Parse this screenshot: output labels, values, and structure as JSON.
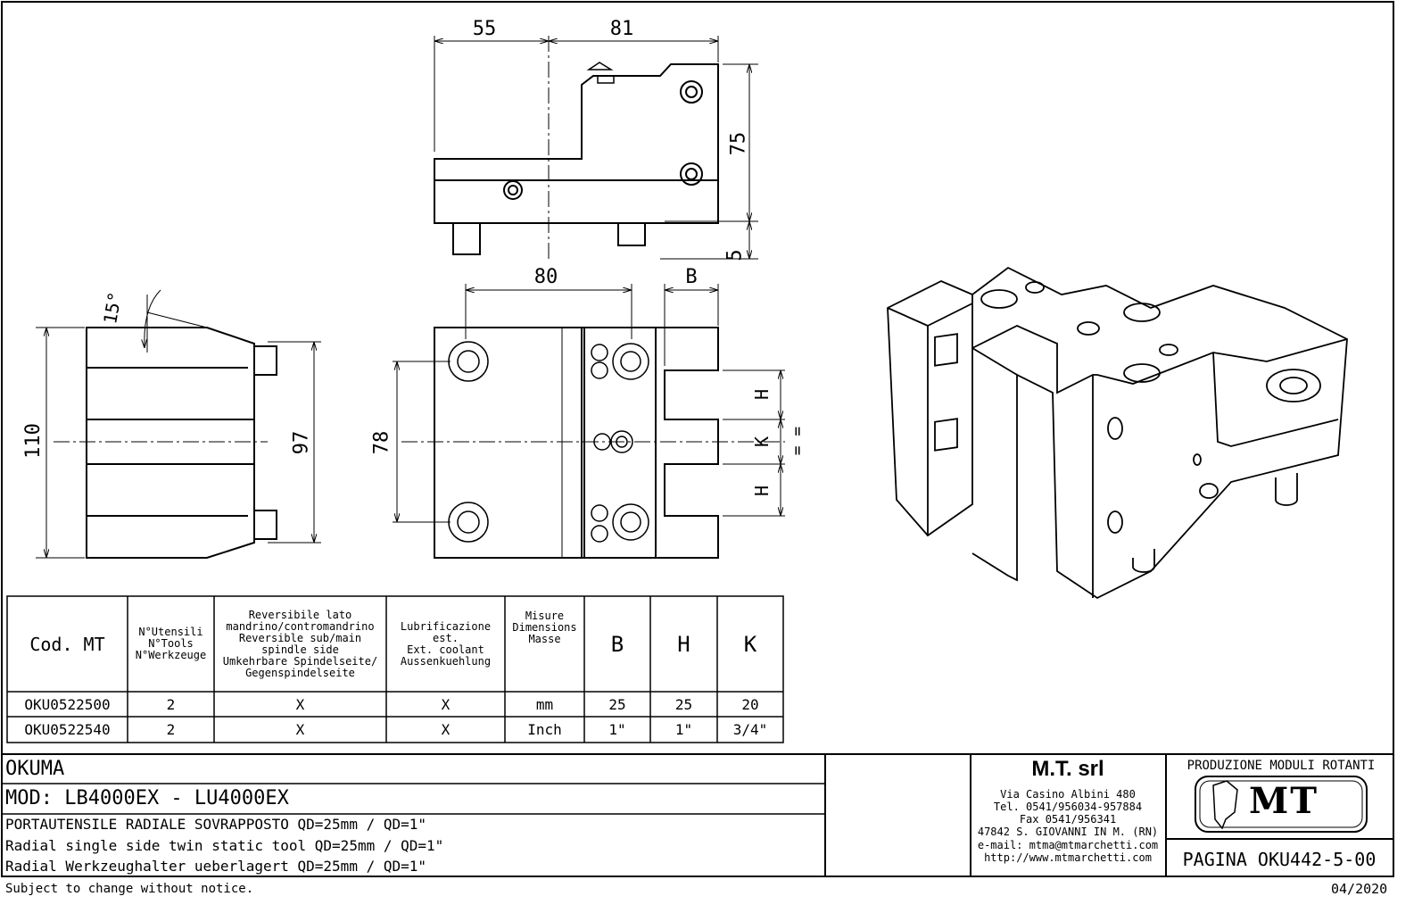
{
  "dimensions": {
    "top_left": "55",
    "top_right": "81",
    "height_75": "75",
    "pin_5": "5",
    "front_80": "80",
    "front_B": "B",
    "front_78": "78",
    "H1": "H",
    "K": "K",
    "H2": "H",
    "equal": "= =",
    "side_110": "110",
    "side_97": "97",
    "angle": "15°"
  },
  "table": {
    "headers": [
      "Cod. MT",
      "N°Utensili\nN°Tools\nN°Werkzeuge",
      "Reversibile lato\nmandrino/contromandrino\nReversible sub/main\nspindle side\nUmkehrbare Spindelseite/\nGegenspindelseite",
      "Lubrificazione est.\nExt. coolant\nAussenkuehlung",
      "Misure\nDimensions\nMasse",
      "B",
      "H",
      "K"
    ],
    "rows": [
      [
        "OKU0522500",
        "2",
        "X",
        "X",
        "mm",
        "25",
        "25",
        "20"
      ],
      [
        "OKU0522540",
        "2",
        "X",
        "X",
        "Inch",
        "1\"",
        "1\"",
        "3/4\""
      ]
    ]
  },
  "title_block": {
    "machine": "OKUMA",
    "model": "MOD: LB4000EX - LU4000EX",
    "desc_it": "PORTAUTENSILE RADIALE SOVRAPPOSTO QD=25mm / QD=1\"",
    "desc_en": "Radial single side twin static tool QD=25mm / QD=1\"",
    "desc_de": "Radial Werkzeughalter ueberlagert QD=25mm / QD=1\"",
    "company": "M.T. srl",
    "address": "Via Casino Albini 480",
    "tel": "Tel. 0541/956034-957884",
    "fax": "Fax 0541/956341",
    "city": "47842 S. GIOVANNI IN M. (RN)",
    "email": "e-mail: mtma@mtmarchetti.com",
    "web": "http://www.mtmarchetti.com",
    "division": "PRODUZIONE MODULI ROTANTI",
    "logo_text": "MT",
    "page": "PAGINA OKU442-5-00"
  },
  "footer": {
    "notice": "Subject to change without notice.",
    "date": "04/2020"
  }
}
